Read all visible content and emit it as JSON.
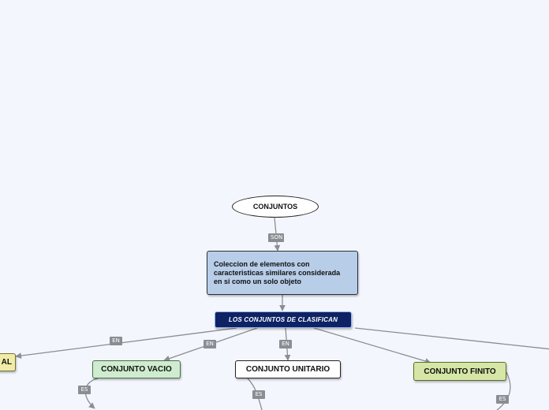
{
  "nodes": {
    "root": "CONJUNTOS",
    "definition": "Coleccion de elementos con caracteristicas similares considerada en si como un solo objeto",
    "classify": "LOS CONJUNTOS DE CLASIFICAN",
    "vacio": "CONJUNTO VACIO",
    "unitario": "CONJUNTO UNITARIO",
    "finito": "CONJUNTO FINITO",
    "left_partial": "AL"
  },
  "links": {
    "son": "SON",
    "en_left": "EN",
    "en_vacio": "EN",
    "en_unitario": "EN",
    "es_vacio": "ES",
    "es_unitario": "ES",
    "es_finito": "ES"
  },
  "colors": {
    "background": "#f4f6fd",
    "connector": "#8a8d92",
    "classify_fill": "#0e2364",
    "definition_fill": "#b8cde8",
    "vacio_fill": "#cfeccf",
    "finito_fill": "#d6e6a6",
    "left_fill": "#f0eca8"
  }
}
